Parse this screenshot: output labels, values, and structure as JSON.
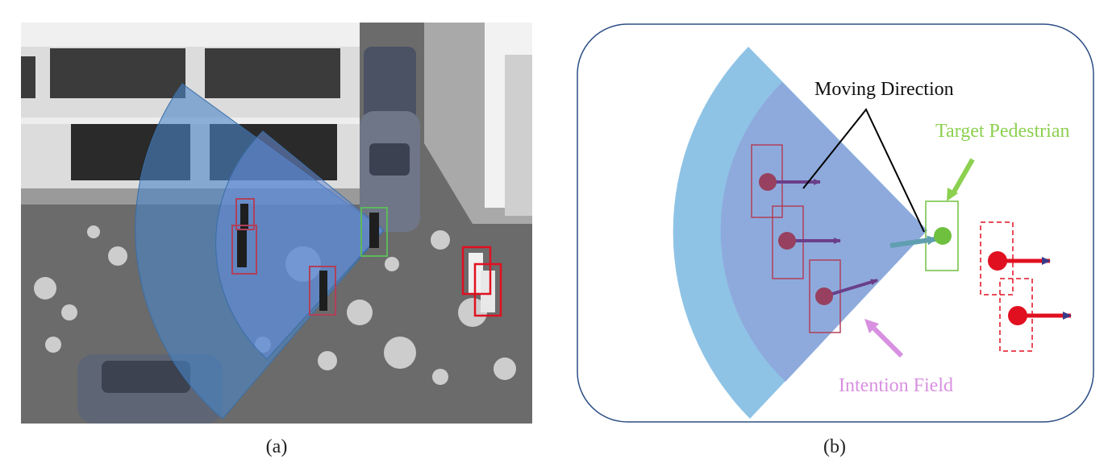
{
  "panel_a": {
    "caption": "(a)"
  },
  "panel_b": {
    "caption": "(b)",
    "labels": {
      "moving_direction": "Moving Direction",
      "target_pedestrian": "Target Pedestrian",
      "intention_field": "Intention Field"
    }
  },
  "colors": {
    "outer_field": "#8ec3e6",
    "inner_field": "#8eaadc",
    "pedestrian_in_field": "#98405f",
    "box_in_field": "#b0405a",
    "target": "#70c040",
    "other_pedestrian": "#e01020",
    "arrow_other": "#3a3a8a",
    "target_label": "#8cd050",
    "intention_label": "#d890e0",
    "frame_border": "#2c4e86"
  }
}
